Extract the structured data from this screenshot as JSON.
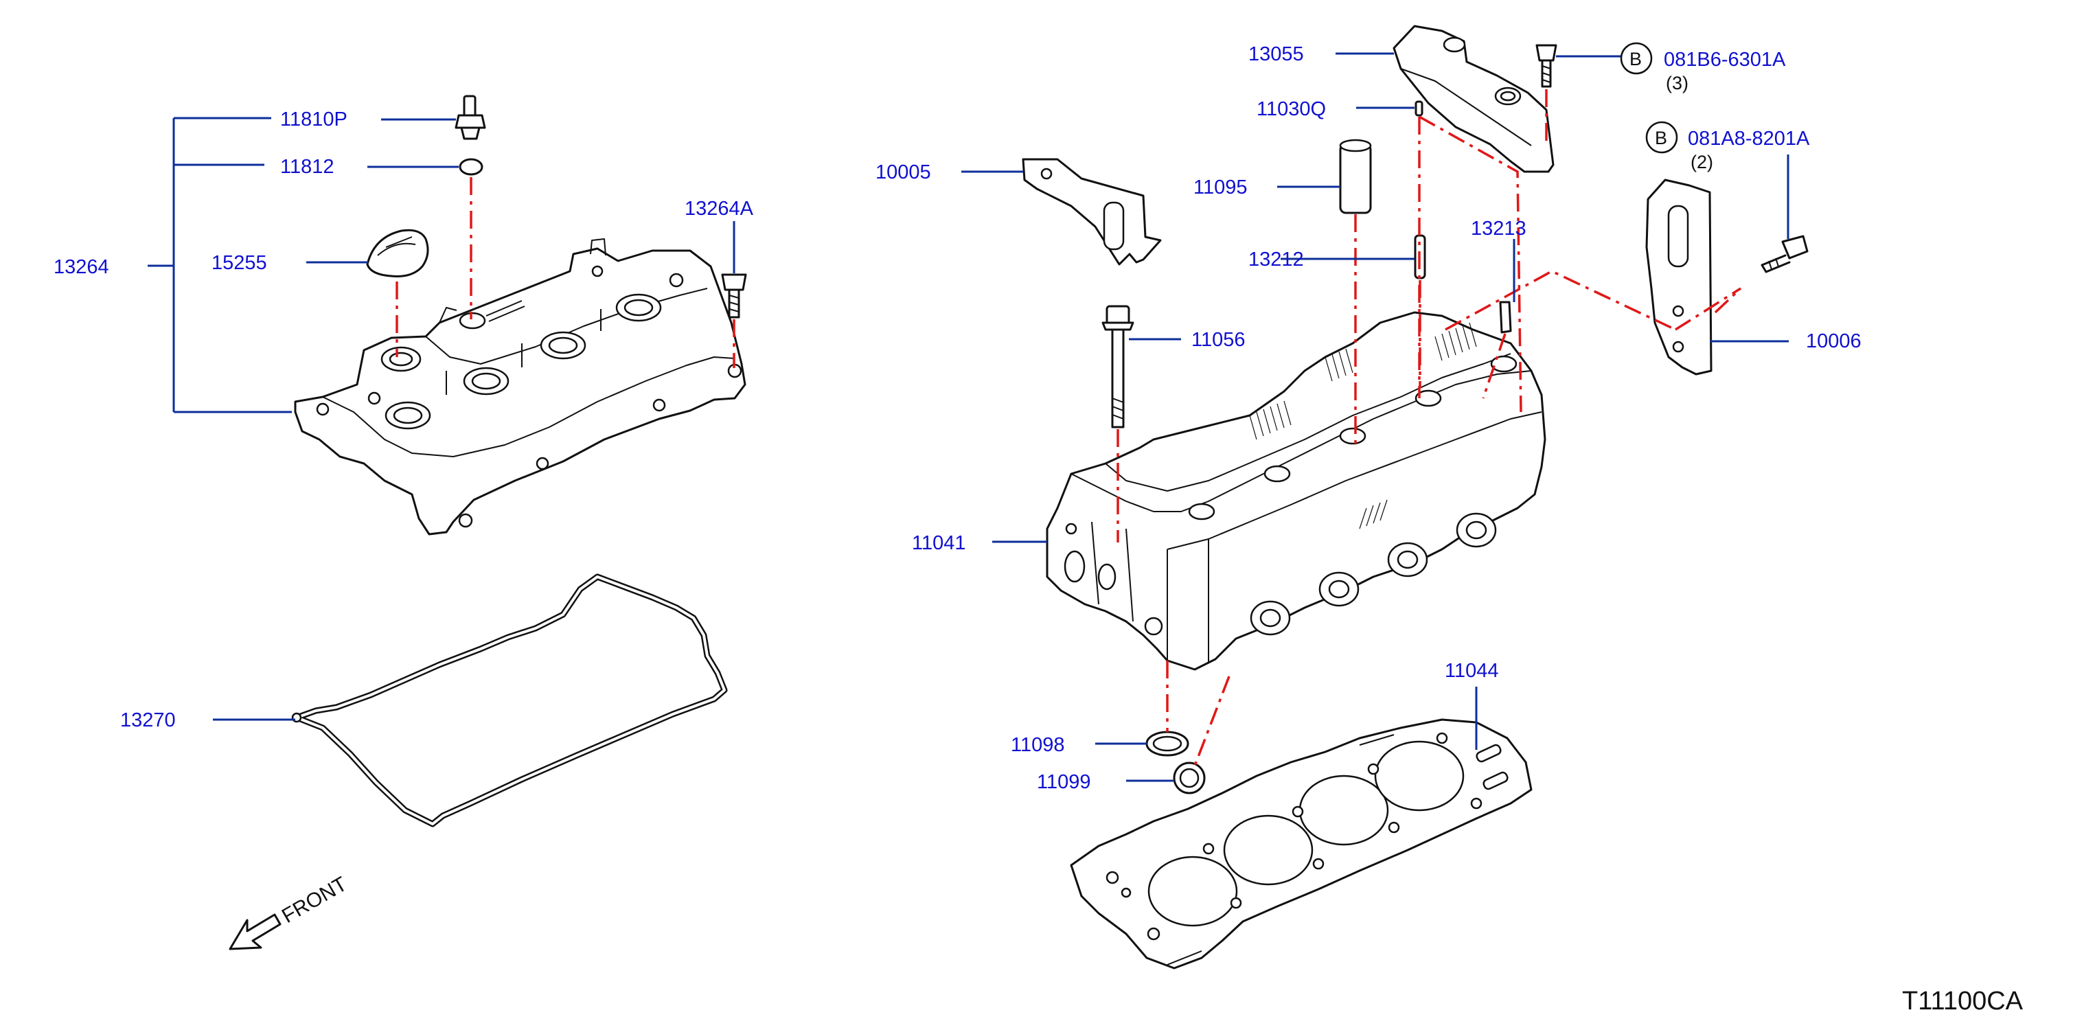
{
  "diagram_code": "T11100CA",
  "front_label": "FRONT",
  "callouts": {
    "p13264": "13264",
    "p11810P": "11810P",
    "p11812": "11812",
    "p15255": "15255",
    "p13264A": "13264A",
    "p13270": "13270",
    "p13055": "13055",
    "p11030Q": "11030Q",
    "p10005": "10005",
    "p11095": "11095",
    "p13212": "13212",
    "p13213": "13213",
    "p11056": "11056",
    "p11041": "11041",
    "p11044": "11044",
    "p11098": "11098",
    "p11099": "11099",
    "p10006": "10006"
  },
  "bolt_refs": [
    {
      "circle_letter": "B",
      "part": "081B6-6301A",
      "qty": "(3)"
    },
    {
      "circle_letter": "B",
      "part": "081A8-8201A",
      "qty": "(2)"
    }
  ],
  "colors": {
    "callout_text": "#1010d0",
    "leader_line": "#0d2f9a",
    "assembly_line": "#e01818",
    "drawing": "#111111"
  }
}
